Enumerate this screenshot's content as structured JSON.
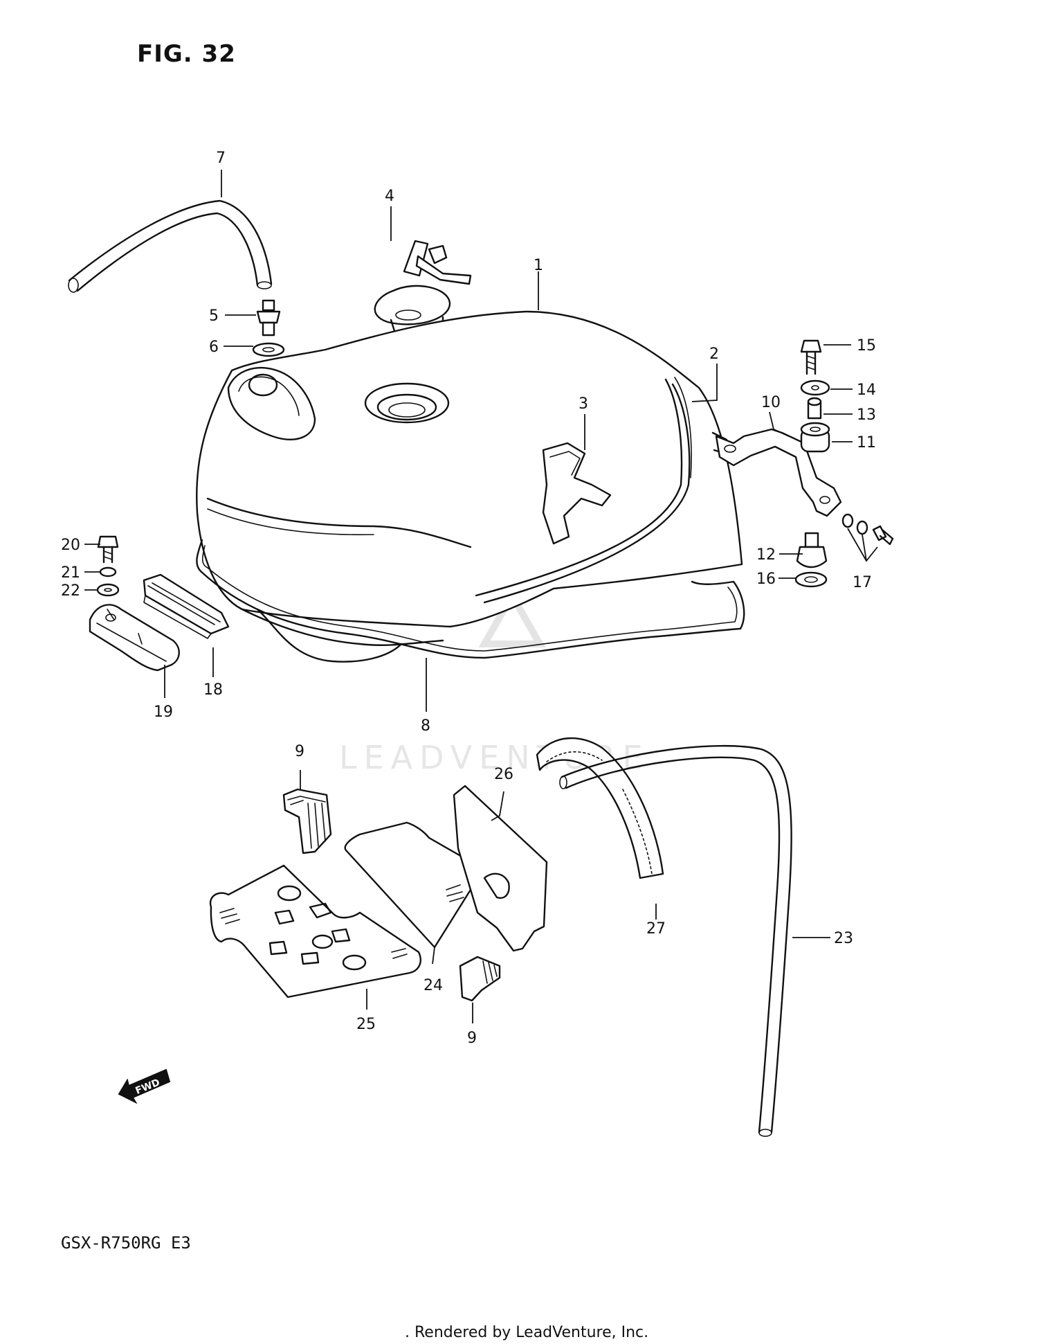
{
  "figure": {
    "title": "FIG. 32",
    "model": "GSX-R750RG E3",
    "fwd_label": "FWD"
  },
  "watermark": {
    "text": "LEADVENTURE"
  },
  "callouts": {
    "c1": "1",
    "c2": "2",
    "c3": "3",
    "c4": "4",
    "c5": "5",
    "c6": "6",
    "c7": "7",
    "c8": "8",
    "c9": "9",
    "c10": "10",
    "c11": "11",
    "c12": "12",
    "c13": "13",
    "c14": "14",
    "c15": "15",
    "c16": "16",
    "c17": "17",
    "c18": "18",
    "c19": "19",
    "c20": "20",
    "c21": "21",
    "c22": "22",
    "c23": "23",
    "c24": "24",
    "c25": "25",
    "c26": "26",
    "c27": "27"
  },
  "footer": {
    "credit": ". Rendered by LeadVenture, Inc."
  }
}
